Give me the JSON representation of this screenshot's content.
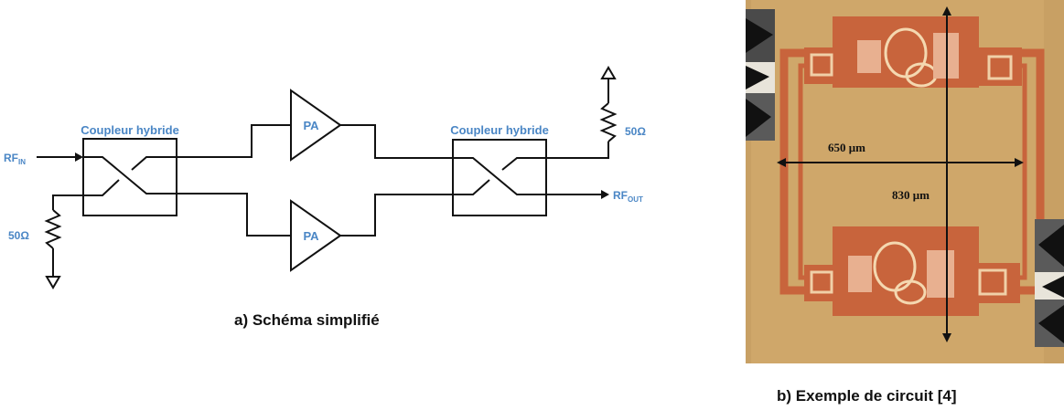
{
  "schematic": {
    "coupler_left_label": "Coupleur hybride",
    "coupler_right_label": "Coupleur hybride",
    "pa_top_label": "PA",
    "pa_bottom_label": "PA",
    "rf_in_main": "RF",
    "rf_in_sub": "IN",
    "rf_out_main": "RF",
    "rf_out_sub": "OUT",
    "resistor_left_label": "50Ω",
    "resistor_right_label": "50Ω",
    "caption": "a) Schéma simplifié"
  },
  "photo": {
    "width_label": "650 μm",
    "height_label": "830 μm",
    "caption": "b) Exemple de circuit [4]"
  },
  "colors": {
    "label_blue": "#4a86c5",
    "chip_background": "#c8a064",
    "metal": "#c8643c"
  }
}
